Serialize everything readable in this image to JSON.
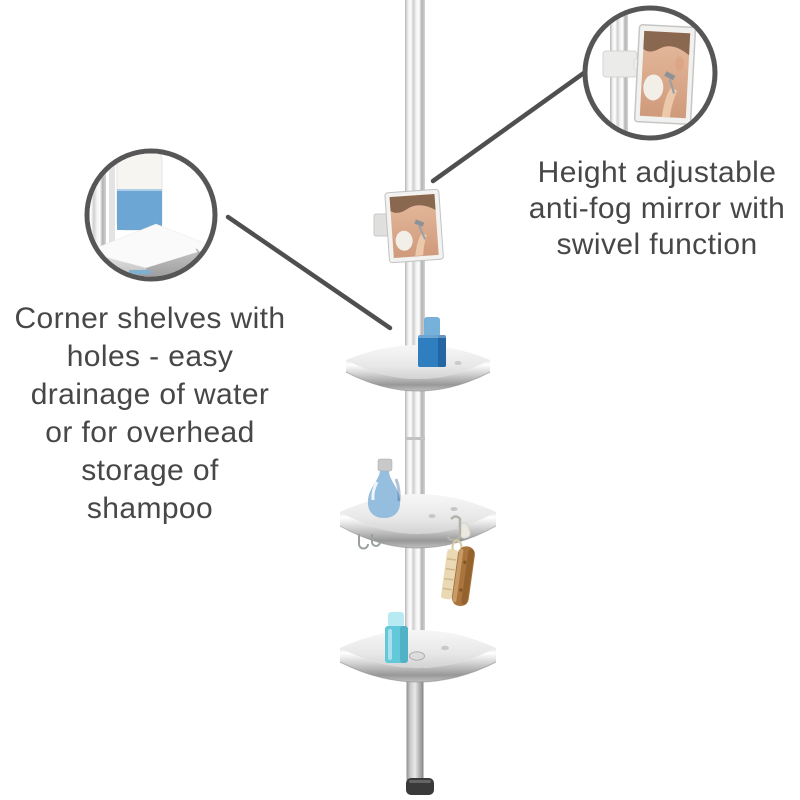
{
  "scene": {
    "background": "#ffffff",
    "description": "Telescopic corner shower shelf: chrome tension pole with three corner shelves, toiletry bottles, hooks, hanging wooden brush and pole-mounted anti-fog mirror, with two circular zoom insets and feature callouts"
  },
  "callouts": {
    "mirror": {
      "lines": [
        "Height adjustable",
        "anti-fog mirror with",
        "swivel function"
      ]
    },
    "shelves": {
      "lines": [
        "Corner shelves with",
        "holes - easy",
        "drainage of water",
        "or for overhead",
        "storage of",
        "shampoo"
      ]
    }
  },
  "insets": {
    "left_detail": "corner-shelf-drainage-hole-with-overhead-bottle",
    "right_detail": "pole-mounted-swivel-mirror-with-shaving-reflection"
  },
  "colors": {
    "text": "#474747",
    "annotation_line": "#4f4f4f",
    "inset_ring": "#565656",
    "bottle_dark_blue": "#2f7ec0",
    "bottle_dark_blue_cap": "#6fadd8",
    "bottle_glass_blue": "#8cb8dc",
    "bottle_cyan": "#62c8da",
    "bottle_cyan_cap": "#b4e9f2",
    "liquid_blue": "#6ca6d4",
    "wood_brush": "#a9753c",
    "bristles": "#ead9b4",
    "pole_foot": "#3a3a3a"
  }
}
